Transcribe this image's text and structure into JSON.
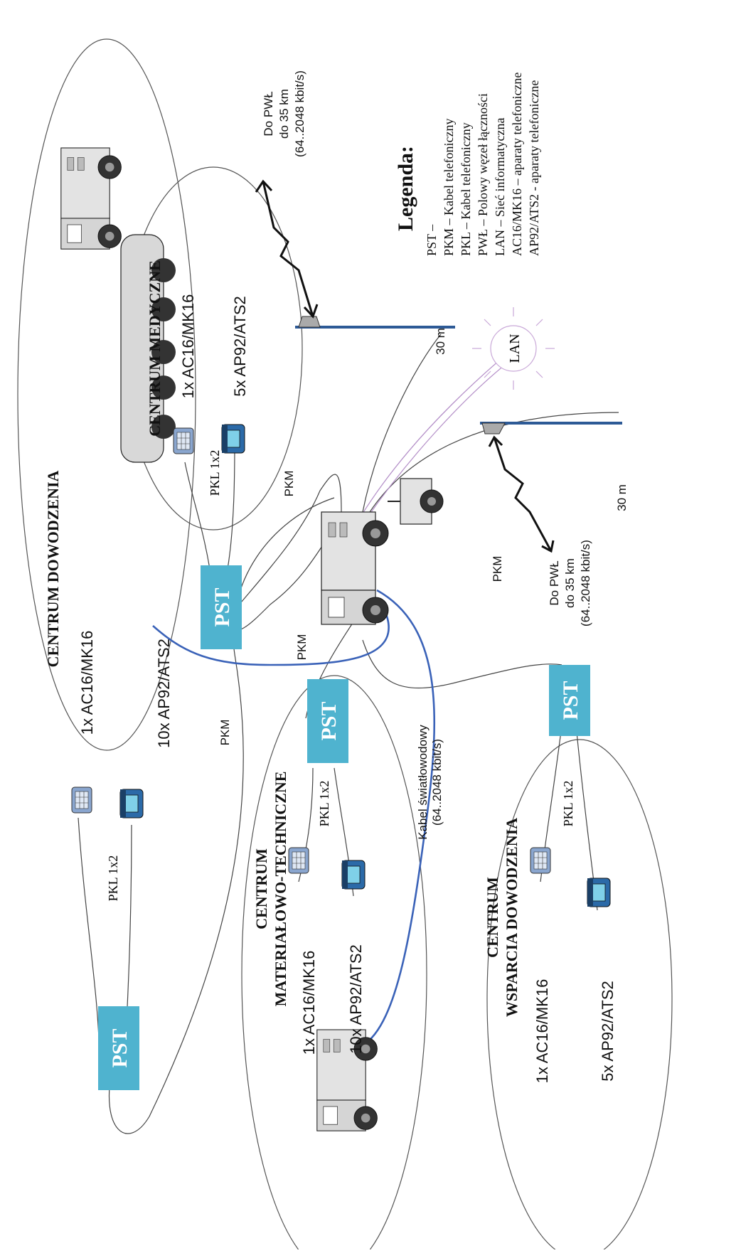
{
  "centers": {
    "dowodzenia": {
      "title": "CENTRUM DOWODZENIA",
      "phone1": "1x AC16/MK16",
      "phone2": "10x AP92/ATS2",
      "cable": "PKL 1x2"
    },
    "medyczne": {
      "title": "CENTRUM MEDYCZNE",
      "phone1": "1x AC16/MK16",
      "phone2": "5x AP92/ATS2",
      "cable": "PKL 1x2"
    },
    "materialowo": {
      "title_line1": "CENTRUM",
      "title_line2": "MATERIAŁOWO-TECHNICZNE",
      "phone1": "1x AC16/MK16",
      "phone2": "10x AP92/ATS2",
      "cable": "PKL 1x2"
    },
    "wsparcia": {
      "title_line1": "CENTRUM",
      "title_line2": "WSPARCIA DOWODZENIA",
      "phone1": "1x AC16/MK16",
      "phone2": "5x AP92/ATS2",
      "cable": "PKL 1x2"
    }
  },
  "pst_label": "PST",
  "pkm_label": "PKM",
  "lan_label": "LAN",
  "mast_height": "30 m",
  "radio_link": {
    "line1": "Do PWŁ",
    "line2": "do 35 km",
    "line3": "(64..2048 kbit/s)"
  },
  "fiber": {
    "line1": "Kabel światłowodowy",
    "line2": "(64..2048 kbit/s)"
  },
  "legend": {
    "title": "Legenda:",
    "items": [
      "PST –",
      "PKM – Kabel telefoniczny",
      "PKL – Kabel telefoniczny",
      "PWŁ – Polowy węzeł łączności",
      "LAN – Sieć informatyczna",
      "AC16/MK16 – aparaty telefoniczne",
      "AP92/ATS2 - aparaty telefoniczne"
    ]
  },
  "colors": {
    "pst": "#4fb3cf",
    "fiber": "#3a62b8",
    "mast": "#2d5a96",
    "lan": "#b48fc8"
  }
}
